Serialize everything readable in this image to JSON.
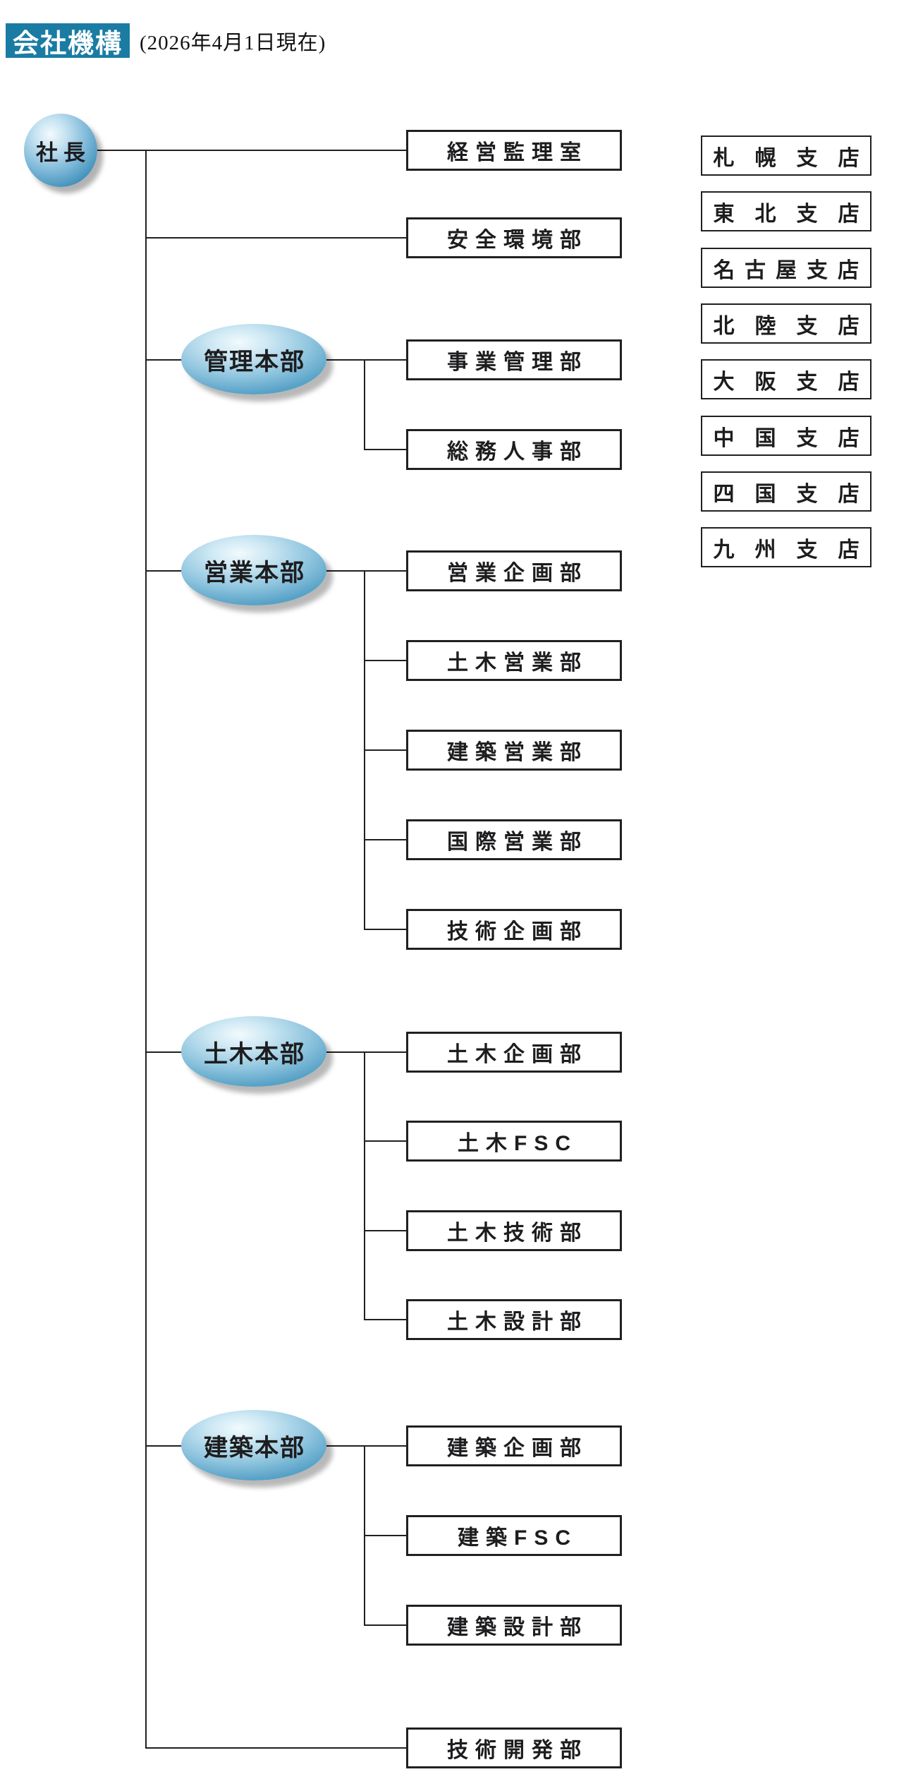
{
  "header": {
    "title": "会社機構",
    "date_note": "(2026年4月1日現在)"
  },
  "org": {
    "president": "社長",
    "direct_units": [
      "経営監理室",
      "安全環境部"
    ],
    "divisions": [
      {
        "name": "管理本部",
        "departments": [
          "事業管理部",
          "総務人事部"
        ]
      },
      {
        "name": "営業本部",
        "departments": [
          "営業企画部",
          "土木営業部",
          "建築営業部",
          "国際営業部",
          "技術企画部"
        ]
      },
      {
        "name": "土木本部",
        "departments": [
          "土木企画部",
          "土木FSC",
          "土木技術部",
          "土木設計部"
        ]
      },
      {
        "name": "建築本部",
        "departments": [
          "建築企画部",
          "建築FSC",
          "建築設計部"
        ]
      }
    ],
    "direct_unit_bottom": "技術開発部",
    "branches": [
      "札幌支店",
      "東北支店",
      "名古屋支店",
      "北陸支店",
      "大阪支店",
      "中国支店",
      "四国支店",
      "九州支店"
    ]
  },
  "colors": {
    "badge_bg": "#1a7ca3",
    "line_color": "#231f20",
    "text_color": "#1d1d1f",
    "node_blue": "#3f8fb8",
    "node_highlight": "#f2fafd"
  }
}
